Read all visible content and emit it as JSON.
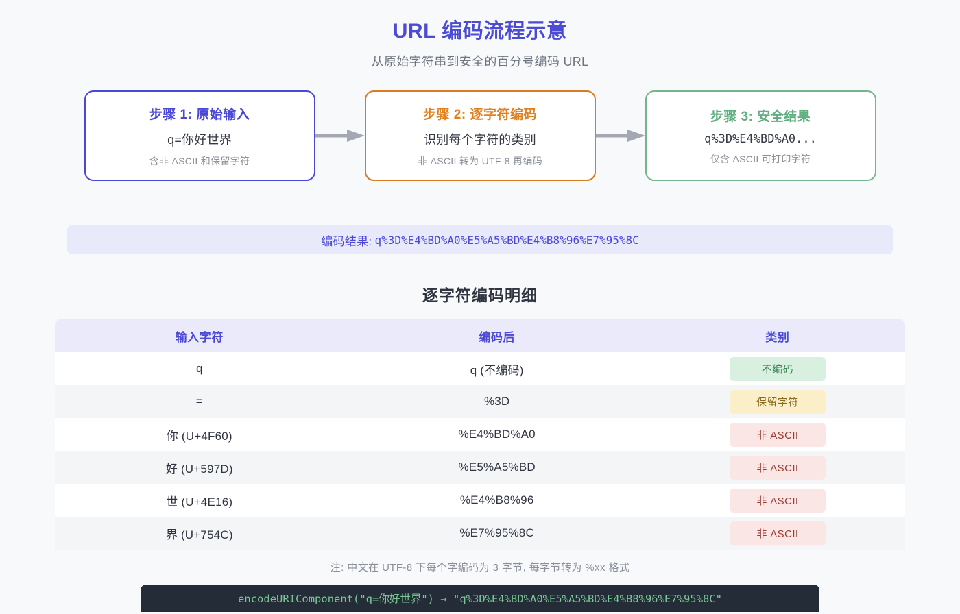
{
  "header": {
    "title": "URL 编码流程示意",
    "subtitle": "从原始字符串到安全的百分号编码 URL"
  },
  "flow": {
    "steps": [
      {
        "title": "步骤 1: 原始输入",
        "main": "q=你好世界",
        "note": "含非 ASCII 和保留字符",
        "accent": "#4B48D6"
      },
      {
        "title": "步骤 2: 逐字符编码",
        "main": "识别每个字符的类别",
        "note": "非 ASCII 转为 UTF-8 再编码",
        "accent": "#E08020"
      },
      {
        "title": "步骤 3: 安全结果",
        "main": "q%3D%E4%BD%A0...",
        "note": "仅含 ASCII 可打印字符",
        "accent": "#5FAE7F"
      }
    ],
    "arrow_icon": "arrow-right-icon"
  },
  "result": {
    "label": "编码结果:",
    "value": "q%3D%E4%BD%A0%E5%A5%BD%E4%B8%96%E7%95%8C",
    "color": "#4B48D6"
  },
  "table": {
    "section_title": "逐字符编码明细",
    "columns": [
      "输入字符",
      "编码后",
      "类别"
    ],
    "rows": [
      {
        "char": "q",
        "encoded": "q (不编码)",
        "category": "不编码",
        "badge": "green"
      },
      {
        "char": "=",
        "encoded": "%3D",
        "category": "保留字符",
        "badge": "yellow"
      },
      {
        "char": "你 (U+4F60)",
        "encoded": "%E4%BD%A0",
        "category": "非 ASCII",
        "badge": "pink"
      },
      {
        "char": "好 (U+597D)",
        "encoded": "%E5%A5%BD",
        "category": "非 ASCII",
        "badge": "pink"
      },
      {
        "char": "世 (U+4E16)",
        "encoded": "%E4%B8%96",
        "category": "非 ASCII",
        "badge": "pink"
      },
      {
        "char": "界 (U+754C)",
        "encoded": "%E7%95%8C",
        "category": "非 ASCII",
        "badge": "pink"
      }
    ]
  },
  "footer": {
    "note": "注: 中文在 UTF-8 下每个字编码为 3 字节, 每字节转为 %xx 格式",
    "code": "encodeURIComponent(\"q=你好世界\") → \"q%3D%E4%BD%A0%E5%A5%BD%E4%B8%96%E7%95%8C\""
  },
  "colors": {
    "background": "#F8F9FA",
    "primary": "#4B48D6",
    "orange": "#E08020",
    "green": "#5FAE7F",
    "code_bg": "#242C38",
    "code_fg": "#79C894"
  }
}
